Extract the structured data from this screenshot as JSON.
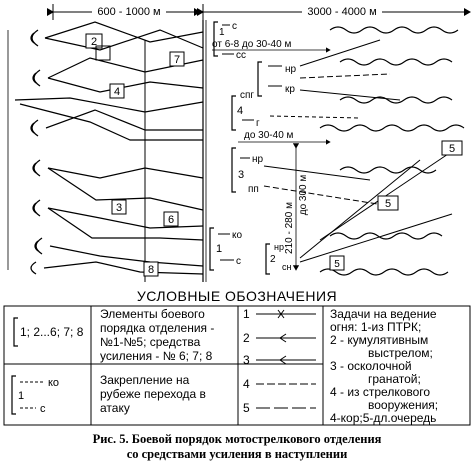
{
  "figure": {
    "caption_line1": "Рис. 5. Боевой порядок мотострелкового отделения",
    "caption_line2": "со средствами усиления в наступлении"
  },
  "diagram": {
    "dist_left": "600 - 1000 м",
    "dist_right": "3000 - 4000 м",
    "dist_6_8": "от 6-8 до 30-40 м",
    "dist_30_40": "до 30-40 м",
    "dist_vertical": "до 300 м",
    "dist_210_280": "210 - 280 м",
    "squad_nums": [
      "1",
      "2",
      "3",
      "4",
      "5",
      "6",
      "7",
      "8"
    ],
    "unit_c": "с",
    "unit_cc": "сс",
    "unit_ko": "ко",
    "unit_nr": "нр",
    "unit_kr": "кр",
    "unit_spg": "спг",
    "unit_g": "г",
    "unit_pp": "пп",
    "unit_sn": "сн"
  },
  "legend": {
    "title": "УСЛОВНЫЕ ОБОЗНАЧЕНИЯ",
    "sym1_label": "1; 2...6; 7; 8",
    "elements_text": [
      "Элементы боевого",
      "порядка отделения -",
      "№1-№5; средства",
      "усиления - № 6; 7; 8"
    ],
    "consolidation_text": [
      "Закрепление на",
      "рубеже перехода в",
      "атаку"
    ],
    "fire_nums": [
      "1",
      "2",
      "3",
      "4",
      "5"
    ],
    "tasks_text": [
      "Задачи на ведение",
      "огня: 1-из ПТРК;",
      "2 - кумулятивным",
      "выстрелом;",
      "3 - осколочной",
      "гранатой;",
      "4 - из стрелкового",
      "вооружения;",
      "4-кор;5-дл.очередь"
    ],
    "sym_ko": "ко",
    "sym_1": "1",
    "sym_c": "с"
  }
}
